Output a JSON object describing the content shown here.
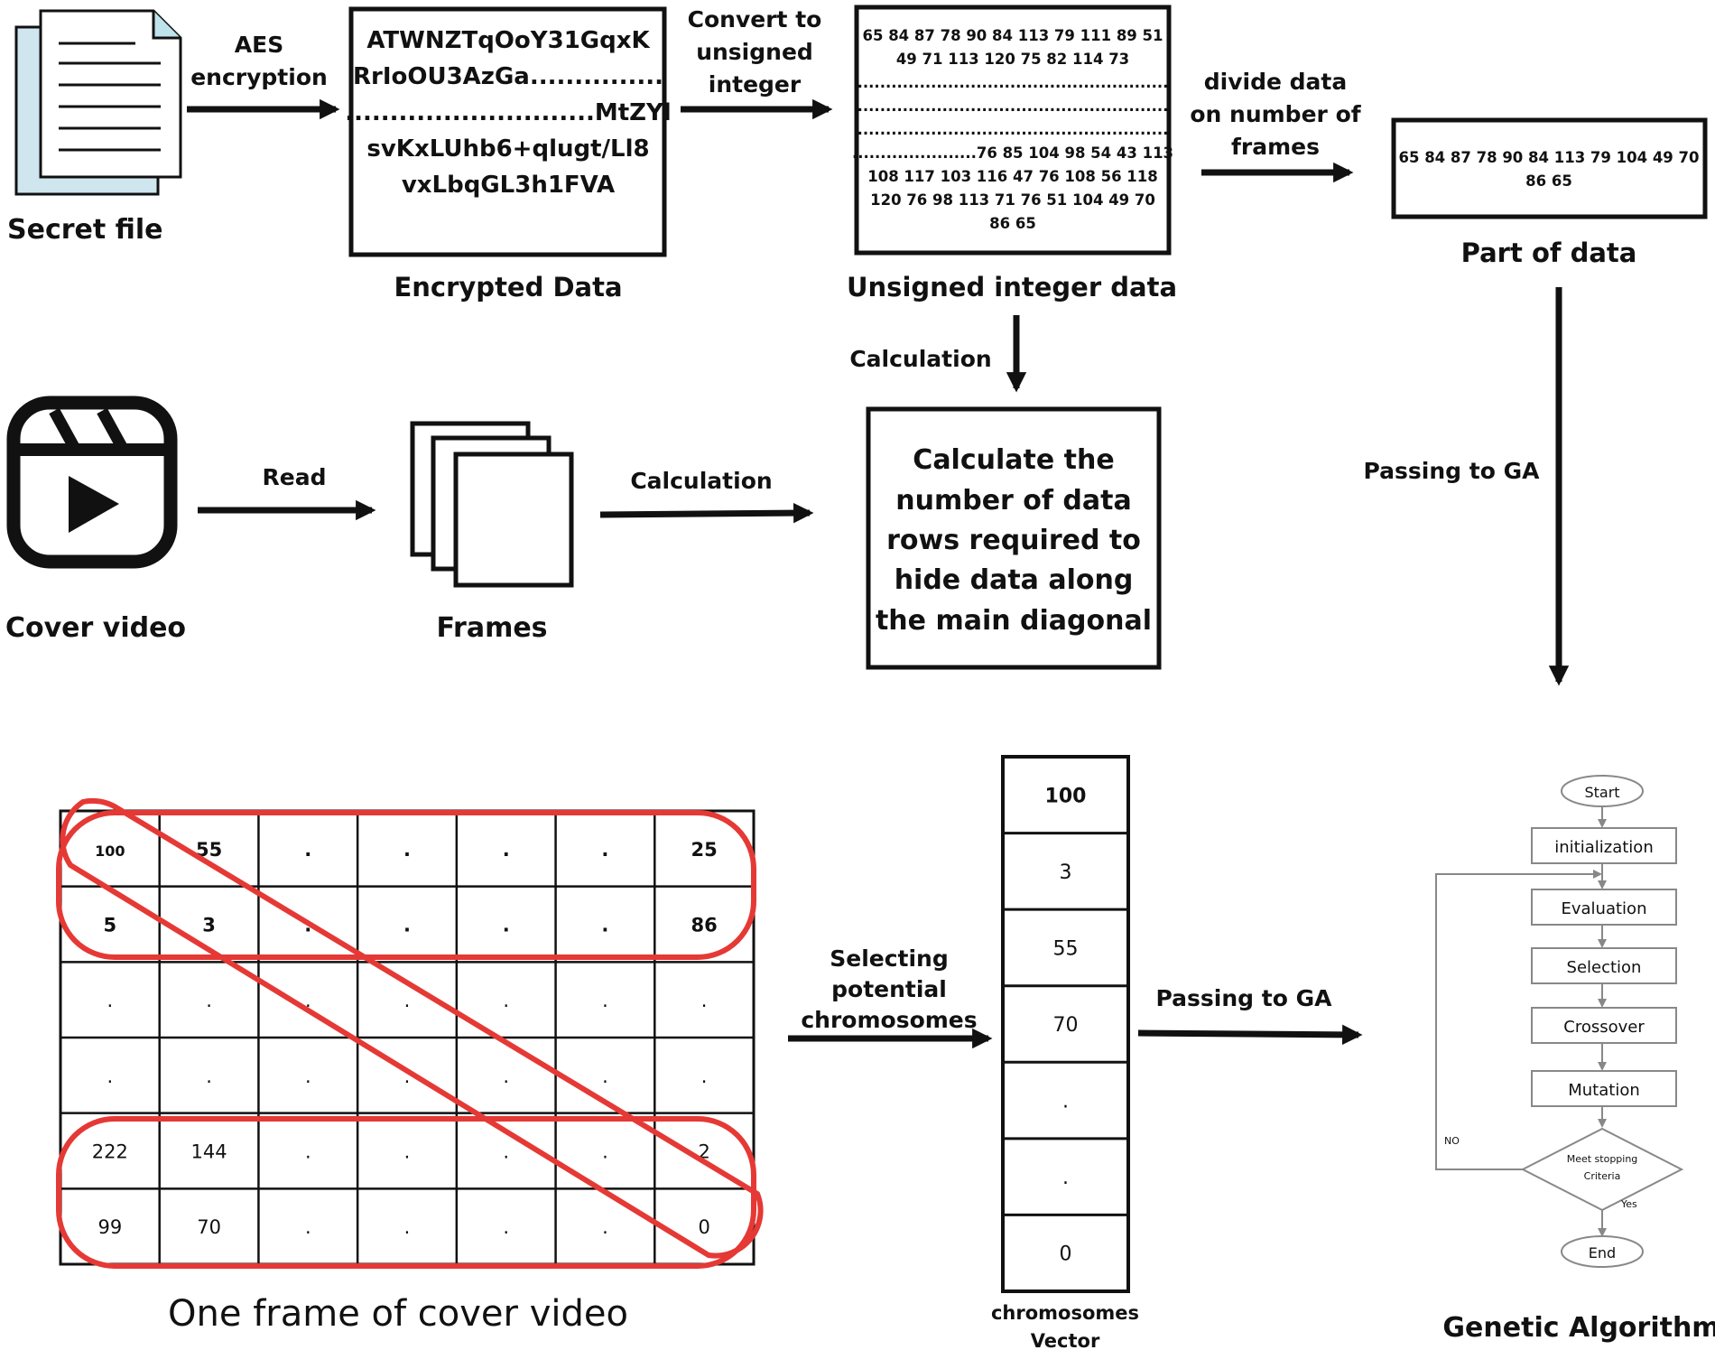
{
  "secret_file": {
    "label": "Secret file"
  },
  "aes_label": [
    "AES",
    "encryption"
  ],
  "encrypted": {
    "lines": [
      "ATWNZTqOoY31GqxK",
      "RrIoOU3AzGa...............",
      "............................MtZYl",
      "svKxLUhb6+qlugt/Ll8",
      "vxLbqGL3h1FVA"
    ],
    "caption": "Encrypted Data"
  },
  "convert_label": [
    "Convert to",
    "unsigned",
    "integer"
  ],
  "unsigned": {
    "lines": [
      "65 84 87 78 90 84 113 79 111 89 51",
      "49 71 113 120 75 82 114 73",
      ".......................................................",
      ".......................................................",
      ".......................................................",
      "......................76 85 104 98 54 43 113",
      "108 117 103 116 47 76 108 56 118",
      "120 76 98 113 71 76 51 104 49 70",
      "86 65"
    ],
    "caption": "Unsigned integer data"
  },
  "divide_label": [
    "divide data",
    "on number of",
    "frames"
  ],
  "part": {
    "lines": [
      "65 84 87 78 90 84 113 79 104 49 70",
      "86 65"
    ],
    "caption": "Part of data"
  },
  "calc_top_label": "Calculation",
  "passing_ga_top": "Passing to GA",
  "cover_video": {
    "label": "Cover video"
  },
  "read_label": "Read",
  "frames": {
    "label": "Frames"
  },
  "calc_mid_label": "Calculation",
  "calc_box": {
    "lines": [
      "Calculate the",
      "number of data",
      "rows required to",
      "hide data along",
      "the main diagonal"
    ]
  },
  "matrix": {
    "rows": [
      [
        "100",
        "55",
        ".",
        ".",
        ".",
        ".",
        "25"
      ],
      [
        "5",
        "3",
        ".",
        ".",
        ".",
        ".",
        "86"
      ],
      [
        ".",
        ".",
        ".",
        ".",
        ".",
        ".",
        "."
      ],
      [
        ".",
        ".",
        ".",
        ".",
        ".",
        ".",
        "."
      ],
      [
        "222",
        "144",
        ".",
        ".",
        ".",
        ".",
        "2"
      ],
      [
        "99",
        "70",
        ".",
        ".",
        ".",
        ".",
        "0"
      ]
    ],
    "bold_rows": [
      0,
      1
    ],
    "caption": "One frame of cover video",
    "highlight_color": "#e53935"
  },
  "selecting_label": [
    "Selecting",
    "potential",
    "chromosomes"
  ],
  "vector": {
    "cells": [
      "100",
      "3",
      "55",
      "70",
      ".",
      ".",
      "0"
    ],
    "caption": [
      "chromosomes",
      "Vector"
    ]
  },
  "passing_ga_bottom": "Passing to GA",
  "ga": {
    "start": "Start",
    "steps": [
      "initialization",
      "Evaluation",
      "Selection",
      "Crossover",
      "Mutation"
    ],
    "decision": [
      "Meet stopping",
      "Criteria"
    ],
    "no": "NO",
    "yes": "Yes",
    "end": "End",
    "caption": "Genetic Algorithm"
  }
}
